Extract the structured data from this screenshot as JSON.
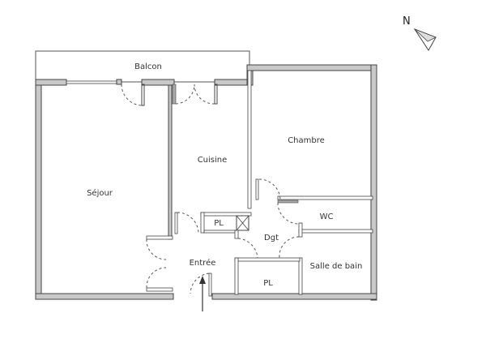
{
  "compass": {
    "label": "N"
  },
  "rooms": {
    "balcon": "Balcon",
    "sejour": "Séjour",
    "cuisine": "Cuisine",
    "chambre": "Chambre",
    "wc": "WC",
    "dgt": "Dgt",
    "entree": "Entrée",
    "salle_de_bain": "Salle de bain",
    "pl_small": "PL",
    "pl_large": "PL"
  }
}
